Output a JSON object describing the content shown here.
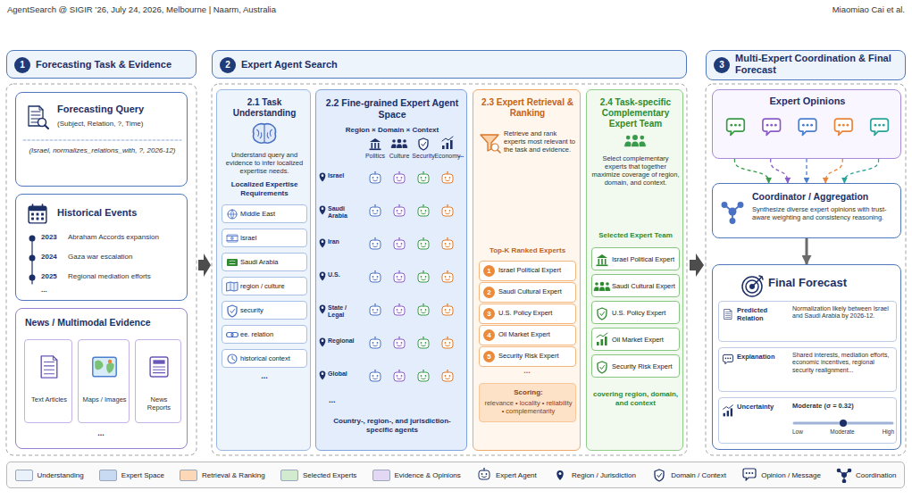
{
  "diagram": {
    "nodes": [
      {
        "text": [
          "1",
          "Forecasting Task & Evidence"
        ]
      },
      {
        "text": [
          "Forecasting Query",
          "(Subject, Relation, ?, Time)",
          "(Israel, normalizes_relations_with, ?, 2026-12)"
        ]
      },
      {
        "text": [
          "Historical Events",
          "2023",
          "Abraham Accords expansion",
          "2024",
          "Gaza war escalation",
          "2025",
          "Regional mediation efforts",
          "..."
        ]
      },
      {
        "text": [
          "News / Multimodal Evidence",
          "..."
        ]
      },
      {
        "text": [
          "Text Articles"
        ],
        "in": 3
      },
      {
        "text": [
          "Maps / Images"
        ],
        "in": 3
      },
      {
        "text": [
          "News Reports"
        ],
        "in": 3
      },
      {
        "text": [
          "2",
          "Expert Agent Search"
        ]
      },
      {
        "text": [
          "2.1 Task Understanding",
          "Understand query and evidence to infer localized expertise needs.",
          "Localized Expertise Requirements",
          "..."
        ]
      },
      {
        "text": [
          "Middle East"
        ],
        "in": 8
      },
      {
        "text": [
          "Israel"
        ],
        "in": 8
      },
      {
        "text": [
          "Saudi Arabia"
        ],
        "in": 8
      },
      {
        "text": [
          "region / culture"
        ],
        "in": 8
      },
      {
        "text": [
          "security"
        ],
        "in": 8
      },
      {
        "text": [
          "ee. relation"
        ],
        "in": 8
      },
      {
        "text": [
          "historical context"
        ],
        "in": 8
      },
      {
        "text": [
          "2.2 Fine-grained Expert Agent Space",
          "Region × Domain × Context",
          "Politics",
          "Culture",
          "Security",
          "Economy",
          "...",
          "Israel",
          "Saudi Arabia",
          "Iran",
          "U.S.",
          "State / Legal",
          "Regional",
          "Global",
          "...",
          "Country-, region-, and jurisdiction-specific agents"
        ]
      },
      {
        "text": [
          "2.3 Expert Retrieval & Ranking",
          "Retrieve and rank experts most relevant to the task and evidence.",
          "Top-K Ranked Experts",
          "..."
        ]
      },
      {
        "text": [
          "1",
          "Israel Political Expert"
        ],
        "in": 17
      },
      {
        "text": [
          "2",
          "Saudi Cultural Expert"
        ],
        "in": 17
      },
      {
        "text": [
          "3",
          "U.S. Policy Expert"
        ],
        "in": 17
      },
      {
        "text": [
          "4",
          "Oil Market Expert"
        ],
        "in": 17
      },
      {
        "text": [
          "5",
          "Security Risk Expert"
        ],
        "in": 17
      },
      {
        "text": [
          "Scoring:",
          "relevance • locality • reliability • complementarity"
        ],
        "in": 17
      },
      {
        "text": [
          "2.4 Task-specific Complementary Expert Team",
          "Select complementary experts that together maximize coverage of region, domain, and context.",
          "Selected Expert Team",
          "covering region, domain, and context"
        ]
      },
      {
        "text": [
          "Israel Political Expert"
        ],
        "in": 24
      },
      {
        "text": [
          "Saudi Cultural Expert"
        ],
        "in": 24
      },
      {
        "text": [
          "U.S. Policy Expert"
        ],
        "in": 24
      },
      {
        "text": [
          "Oil Market Expert"
        ],
        "in": 24
      },
      {
        "text": [
          "Security Risk Expert"
        ],
        "in": 24
      },
      {
        "text": [
          "3",
          "Multi-Expert Coordination & Final Forecast"
        ]
      },
      {
        "text": [
          "Expert Opinions"
        ]
      },
      {
        "text": [
          "Coordinator / Aggregation",
          "Synthesize diverse expert opinions with trust-aware weighting and consistency reasoning."
        ]
      },
      {
        "text": [
          "Final Forecast"
        ]
      },
      {
        "text": [
          "Predicted Relation",
          "Normalization likely between Israel and Saudi Arabia by 2026-12."
        ],
        "in": 33
      },
      {
        "text": [
          "Explanation",
          "Shared interests, mediation efforts, economic incentives, regional security realignment..."
        ],
        "in": 33
      },
      {
        "text": [
          "Uncertainty",
          "Moderate (σ = 0.32)",
          "Low",
          "Moderate",
          "High"
        ],
        "in": 33
      }
    ],
    "edges": [
      {
        "from": 31,
        "to": 32,
        "arrow": "to"
      },
      {
        "from": 31,
        "to": 32,
        "arrow": "to"
      },
      {
        "from": 31,
        "to": 32,
        "arrow": "to"
      },
      {
        "from": 31,
        "to": 32,
        "arrow": "to"
      },
      {
        "from": 31,
        "to": 32,
        "arrow": "to"
      },
      {
        "from": 32,
        "to": 33,
        "arrow": "to"
      }
    ],
    "labels": [
      "AgentSearch @ SIGIR ’26, July 24, 2026, Melbourne | Naarm, Australia",
      "Miaomiao Cai et al."
    ],
    "legend": [
      {
        "text": "Understanding",
        "color": "#e9f1fb"
      },
      {
        "text": "Expert Space",
        "color": "#c8d9f2"
      },
      {
        "text": "Retrieval & Ranking",
        "color": "#fcd8b6"
      },
      {
        "text": "Selected Experts",
        "color": "#d2ebcf"
      },
      {
        "text": "Evidence & Opinions",
        "color": "#e2d8f3"
      },
      {
        "text": "Expert Agent"
      },
      {
        "text": "Region / Jurisdiction"
      },
      {
        "text": "Domain / Context"
      },
      {
        "text": "Opinion / Message"
      },
      {
        "text": "Coordination"
      }
    ]
  }
}
